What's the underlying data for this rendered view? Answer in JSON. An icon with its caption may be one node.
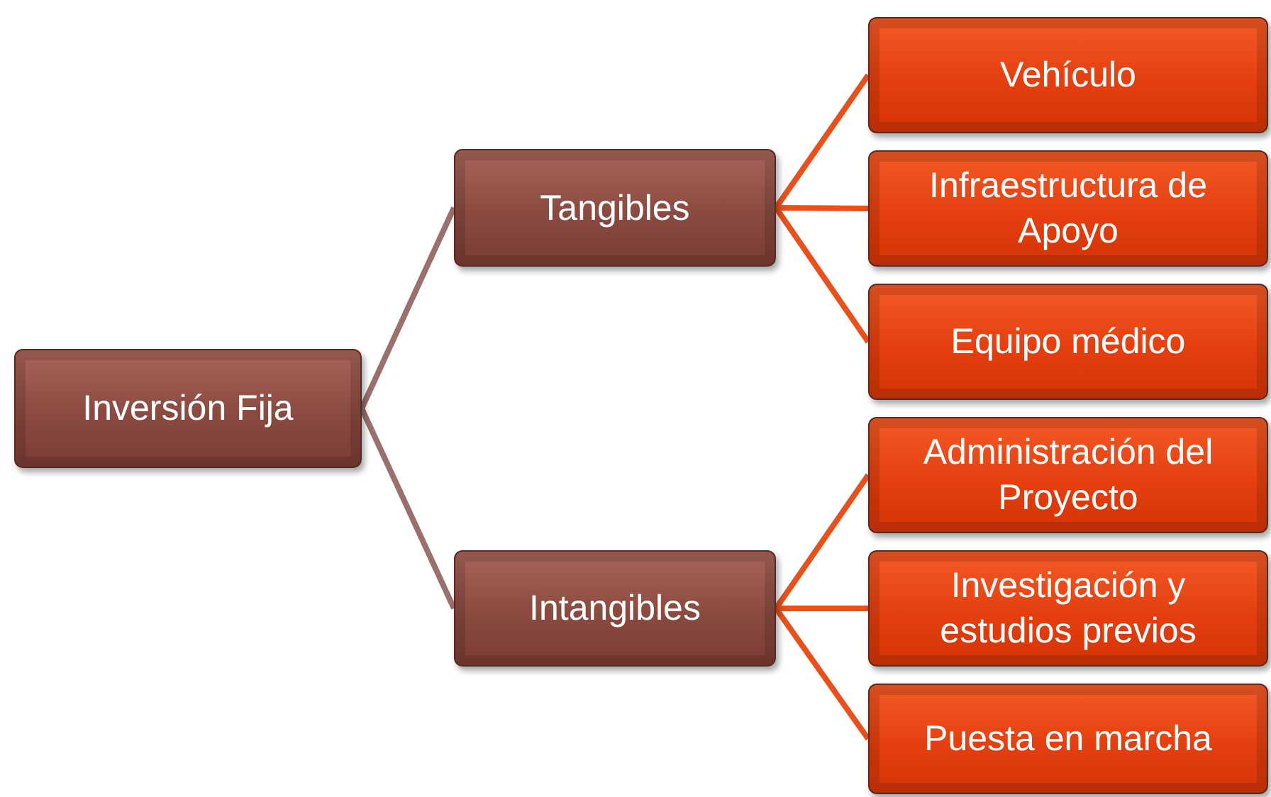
{
  "diagram": {
    "nodes": [
      {
        "text": [
          "Inversión Fija"
        ]
      },
      {
        "text": [
          "Tangibles"
        ]
      },
      {
        "text": [
          "Intangibles"
        ]
      },
      {
        "text": [
          "Vehículo"
        ]
      },
      {
        "text": [
          "Infraestructura de Apoyo"
        ]
      },
      {
        "text": [
          "Equipo médico"
        ]
      },
      {
        "text": [
          "Administración del Proyecto"
        ]
      },
      {
        "text": [
          "Investigación y estudios previos"
        ]
      },
      {
        "text": [
          "Puesta en marcha"
        ]
      }
    ],
    "edges": [
      {
        "from": 0,
        "to": 1,
        "arrow": "none",
        "color": "#9b6f6c"
      },
      {
        "from": 0,
        "to": 2,
        "arrow": "none",
        "color": "#9b6f6c"
      },
      {
        "from": 1,
        "to": 3,
        "arrow": "none"
      },
      {
        "from": 1,
        "to": 4,
        "arrow": "none"
      },
      {
        "from": 1,
        "to": 5,
        "arrow": "none"
      },
      {
        "from": 2,
        "to": 6,
        "arrow": "none"
      },
      {
        "from": 2,
        "to": 7,
        "arrow": "none"
      },
      {
        "from": 2,
        "to": 8,
        "arrow": "none"
      }
    ]
  }
}
